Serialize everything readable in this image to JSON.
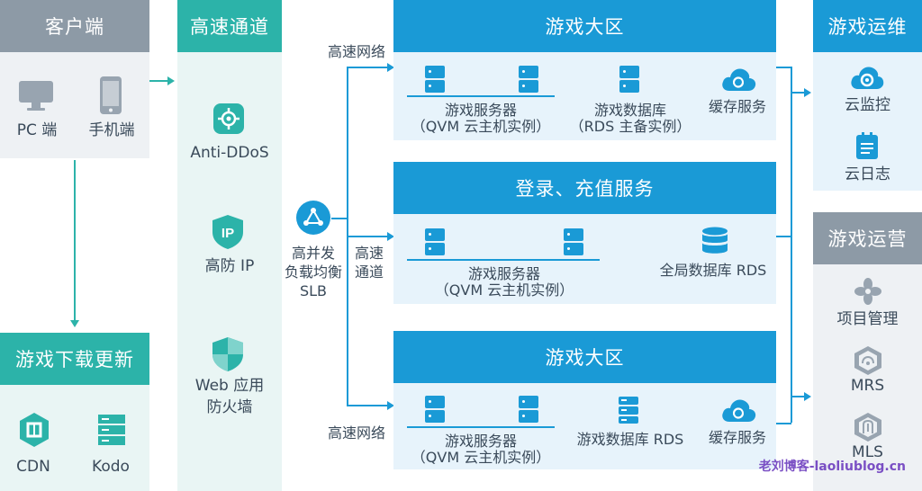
{
  "client": {
    "title": "客户端",
    "items": [
      {
        "label": "PC 端",
        "icon": "monitor-icon"
      },
      {
        "label": "手机端",
        "icon": "mobile-phone-icon"
      }
    ]
  },
  "download": {
    "title": "游戏下载更新",
    "items": [
      {
        "label": "CDN",
        "icon": "cdn-icon"
      },
      {
        "label": "Kodo",
        "icon": "kodo-storage-icon"
      }
    ]
  },
  "channel": {
    "title": "高速通道",
    "items": [
      {
        "label": "Anti-DDoS",
        "icon": "anti-ddos-icon"
      },
      {
        "label": "高防 IP",
        "icon": "ip-shield-icon"
      },
      {
        "label_line1": "Web 应用",
        "label_line2": "防火墙",
        "icon": "firewall-shield-icon"
      }
    ]
  },
  "slb": {
    "line1": "高并发",
    "line2": "负载均衡",
    "line3": "SLB",
    "icon": "load-balancer-icon"
  },
  "links": {
    "top": "高速网络",
    "middle_line1": "高速",
    "middle_line2": "通道",
    "bottom": "高速网络"
  },
  "zone1": {
    "title": "游戏大区",
    "server_line1": "游戏服务器",
    "server_line2": "（QVM 云主机实例）",
    "db_line1": "游戏数据库",
    "db_line2": "（RDS 主备实例）",
    "cache": "缓存服务"
  },
  "login": {
    "title": "登录、充值服务",
    "server_line1": "游戏服务器",
    "server_line2": "（QVM 云主机实例）",
    "db": "全局数据库 RDS"
  },
  "zone2": {
    "title": "游戏大区",
    "server_line1": "游戏服务器",
    "server_line2": "（QVM 云主机实例）",
    "db": "游戏数据库 RDS",
    "cache": "缓存服务"
  },
  "ops": {
    "title": "游戏运维",
    "items": [
      {
        "label": "云监控",
        "icon": "cloud-monitor-icon"
      },
      {
        "label": "云日志",
        "icon": "log-clipboard-icon"
      }
    ]
  },
  "operate": {
    "title": "游戏运营",
    "items": [
      {
        "label": "项目管理",
        "icon": "project-management-icon"
      },
      {
        "label": "MRS",
        "icon": "mrs-icon"
      },
      {
        "label": "MLS",
        "icon": "mls-icon"
      }
    ]
  },
  "watermark": "老刘博客-laoliublog.cn",
  "colors": {
    "blue": "#1a9ad6",
    "teal": "#2cb3a9",
    "gray": "#8d9aa6"
  }
}
